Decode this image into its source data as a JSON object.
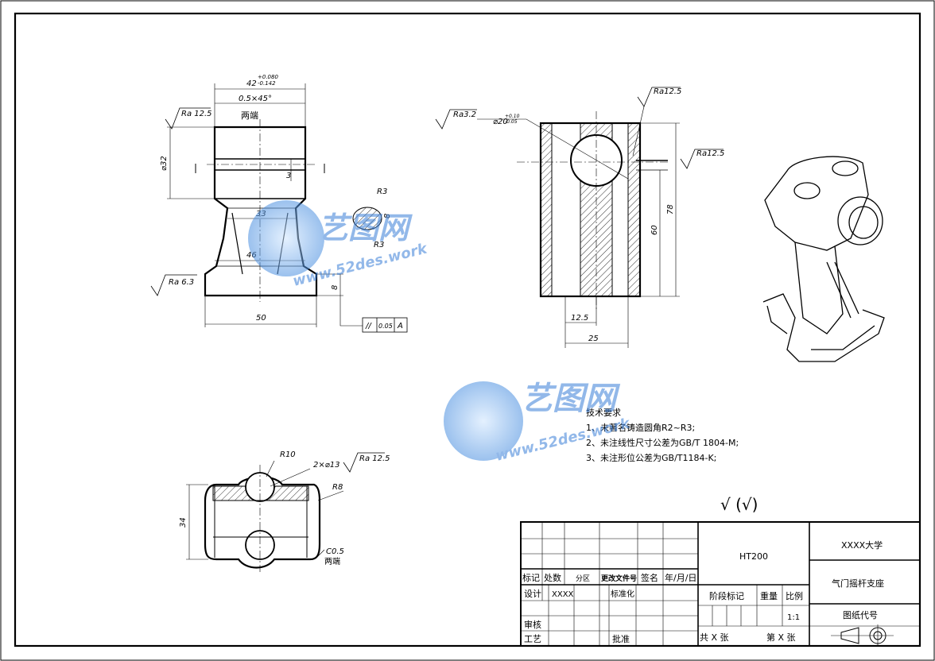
{
  "drawing": {
    "front_view": {
      "dims": {
        "top_width": "42",
        "top_width_tol_upper": "+0.080",
        "top_width_tol_lower": "-0.142",
        "chamfer": "0.5×45°",
        "chamfer_note": "两端",
        "height_left": "⌀32",
        "small_step": "3",
        "neck_width": "33",
        "lower_width": "46",
        "base_width": "50",
        "base_height": "8",
        "fillet_a": "R3",
        "fillet_b": "R3",
        "fillet_dim": "8",
        "ra_top": "Ra 12.5",
        "ra_bottom": "Ra 6.3",
        "gdt_symbol": "//",
        "gdt_tol": "0.05",
        "gdt_datum": "A"
      }
    },
    "side_view": {
      "dims": {
        "ra_left": "Ra3.2",
        "bore_dia": "⌀20",
        "bore_tol_upper": "+0.10",
        "bore_tol_lower": "-0.05",
        "ra_top": "Ra12.5",
        "ra_right": "Ra12.5",
        "height_78": "78",
        "height_60": "60",
        "bottom_12_5": "12.5",
        "bottom_25": "25"
      }
    },
    "top_view": {
      "dims": {
        "r10": "R10",
        "holes": "2×⌀13",
        "ra": "Ra 12.5",
        "r8": "R8",
        "width_34": "34",
        "chamfer": "C0.5",
        "chamfer_note": "两端"
      }
    },
    "tech_requirements": {
      "title": "技术要求",
      "items": [
        "1、未著名铸造圆角R2~R3;",
        "2、未注线性尺寸公差为GB/T 1804-M;",
        "3、未注形位公差为GB/T1184-K;"
      ]
    },
    "general_roughness": "√ (√)",
    "watermark": {
      "brand": "艺图网",
      "site": "www.52des.work"
    }
  },
  "title_block": {
    "material": "HT200",
    "school": "XXXX大学",
    "part_name": "气门摇杆支座",
    "drawing_no_label": "图纸代号",
    "mark": "标记",
    "count": "处数",
    "zone": "分区",
    "change_doc": "更改文件号",
    "signature": "签名",
    "date": "年/月/日",
    "design": "设计",
    "designer": "XXXX",
    "standardize": "标准化",
    "stage_mark": "阶段标记",
    "weight": "重量",
    "scale_label": "比例",
    "scale": "1:1",
    "review": "审核",
    "process": "工艺",
    "approve": "批准",
    "total_sheets": "共 X 张",
    "sheet_no": "第 X 张"
  }
}
